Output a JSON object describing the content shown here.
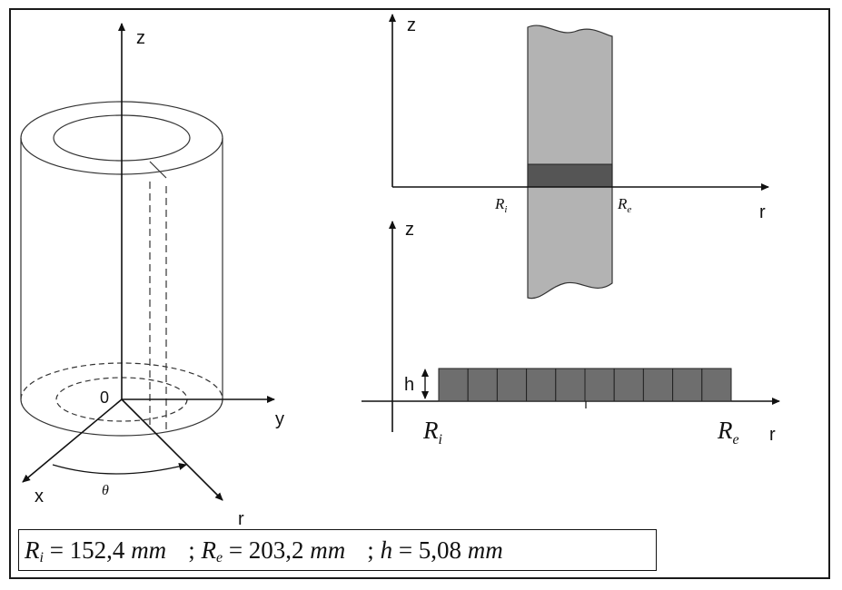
{
  "figure": {
    "axes3d": {
      "z": "z",
      "y": "y",
      "x": "x",
      "r": "r",
      "theta": "θ",
      "origin": "0"
    },
    "strip": {
      "z": "z",
      "r": "r",
      "ri_main": "R",
      "ri_sub": "i",
      "re_main": "R",
      "re_sub": "e"
    },
    "mesh": {
      "z": "z",
      "r": "r",
      "h": "h",
      "ri_main": "R",
      "ri_sub": "i",
      "re_main": "R",
      "re_sub": "e",
      "elements": 10
    },
    "formula": {
      "ri_sym": "R",
      "ri_sub": "i",
      "ri_rest": " = 152,4 ",
      "ri_unit": "mm",
      "sep1": ";",
      "re_sym": "R",
      "re_sub": "e",
      "re_rest": " = 203,2 ",
      "re_unit": "mm",
      "sep2": ";",
      "h_sym": "h",
      "h_rest": " = 5,08 ",
      "h_unit": "mm"
    }
  },
  "colors": {
    "strip_fill": "#b3b3b3",
    "mesh_fill": "#6e6e6e",
    "band_fill": "#555555",
    "line": "#1a1a1a"
  }
}
